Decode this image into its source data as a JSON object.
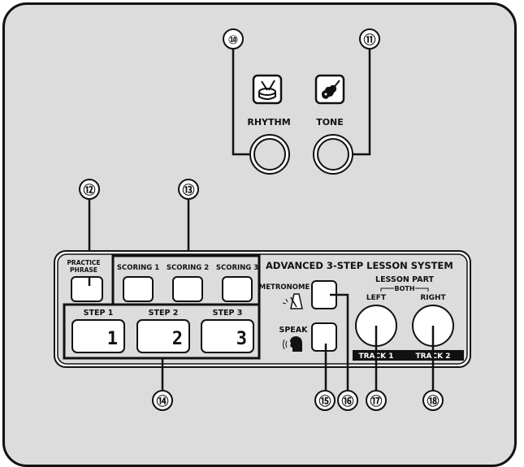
{
  "callouts": {
    "c10": "⑩",
    "c11": "⑪",
    "c12": "⑫",
    "c13": "⑬",
    "c14": "⑭",
    "c15": "⑮",
    "c16": "⑯",
    "c17": "⑰",
    "c18": "⑱"
  },
  "top_buttons": {
    "rhythm_label": "RHYTHM",
    "tone_label": "TONE"
  },
  "lesson_panel": {
    "title": "ADVANCED 3-STEP LESSON SYSTEM",
    "practice_phrase_line1": "PRACTICE",
    "practice_phrase_line2": "PHRASE",
    "scoring": [
      "SCORING 1",
      "SCORING 2",
      "SCORING 3"
    ],
    "steps": [
      {
        "label": "STEP 1",
        "digit": "1"
      },
      {
        "label": "STEP 2",
        "digit": "2"
      },
      {
        "label": "STEP 3",
        "digit": "3"
      }
    ],
    "metronome_label": "METRONOME",
    "speak_label": "SPEAK",
    "lesson_part_label": "LESSON PART",
    "both_label": "BOTH",
    "left_label": "LEFT",
    "right_label": "RIGHT",
    "track1_label": "TRACK 1",
    "track2_label": "TRACK 2"
  },
  "icons": [
    "drum-icon",
    "violin-icon",
    "metronome-icon",
    "speaking-head-icon"
  ],
  "colors": {
    "panel": "#dcdcdc",
    "ink": "#111111",
    "background": "#ffffff"
  }
}
